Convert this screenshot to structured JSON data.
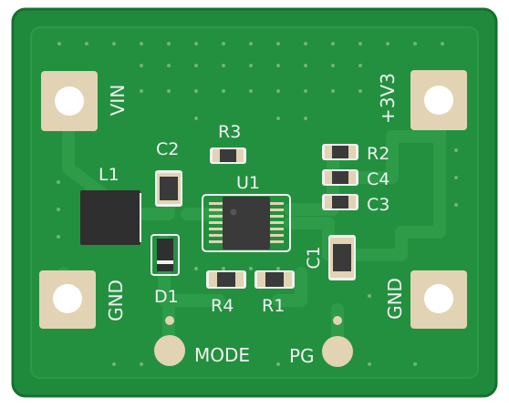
{
  "board": {
    "colors": {
      "background": "#ffffff",
      "board": "#1f8a3c",
      "board_edge": "#157030",
      "copper": "#2d9a48",
      "trace": "#2b9545",
      "pad": "#e2d3b4",
      "hole": "#ffffff",
      "silkscreen": "#f2f2f2",
      "ic_body": "#3a3a3a",
      "inductor_body": "#2f2f2f"
    },
    "labels": {
      "vin": "VIN",
      "v3": "+3V3",
      "gnd_left": "GND",
      "gnd_right": "GND",
      "mode": "MODE",
      "pg": "PG"
    },
    "components": {
      "l1": "L1",
      "c2": "C2",
      "r3": "R3",
      "u1": "U1",
      "r2": "R2",
      "c4": "C4",
      "c3": "C3",
      "c1": "C1",
      "d1": "D1",
      "r4": "R4",
      "r1": "R1"
    }
  }
}
